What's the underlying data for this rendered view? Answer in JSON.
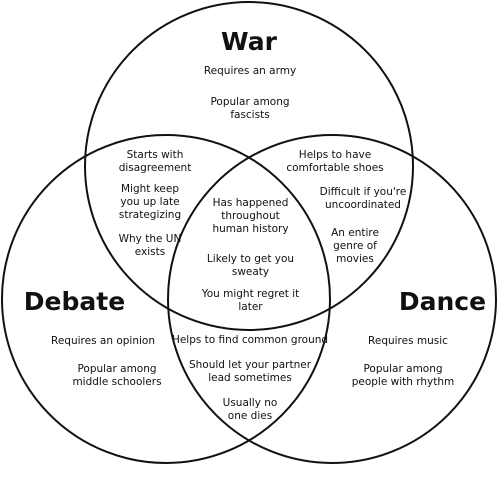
{
  "colors": {
    "stroke": "#111111",
    "text": "#111111",
    "background": "#ffffff"
  },
  "sets": {
    "war": {
      "title": "War",
      "items": [
        [
          "Requires an army"
        ],
        [
          "Popular among",
          "fascists"
        ]
      ]
    },
    "debate": {
      "title": "Debate",
      "items": [
        [
          "Requires an opinion"
        ],
        [
          "Popular among",
          "middle schoolers"
        ]
      ]
    },
    "dance": {
      "title": "Dance",
      "items": [
        [
          "Requires music"
        ],
        [
          "Popular among",
          "people with rhythm"
        ]
      ]
    }
  },
  "intersections": {
    "war_debate": [
      [
        "Starts with",
        "disagreement"
      ],
      [
        "Might keep",
        "you up late",
        "strategizing"
      ],
      [
        "Why the UN",
        "exists"
      ]
    ],
    "war_dance": [
      [
        "Helps to have",
        "comfortable shoes"
      ],
      [
        "Difficult if you're",
        "uncoordinated"
      ],
      [
        "An entire",
        "genre of",
        "movies"
      ]
    ],
    "debate_dance": [
      [
        "Helps to find common ground"
      ],
      [
        "Should let your partner",
        "lead sometimes"
      ],
      [
        "Usually no",
        "one dies"
      ]
    ],
    "all": [
      [
        "Has happened",
        "throughout",
        "human history"
      ],
      [
        "Likely to get you",
        "sweaty"
      ],
      [
        "You might regret it",
        "later"
      ]
    ]
  }
}
